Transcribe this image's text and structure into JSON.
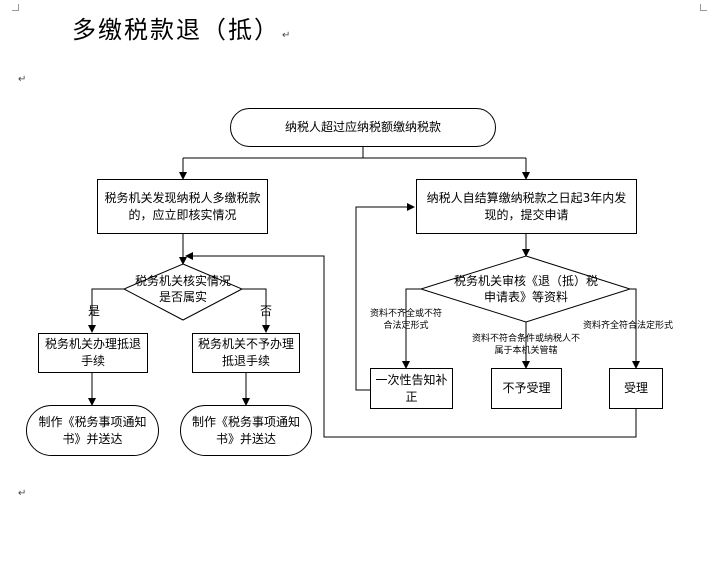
{
  "title": "多缴税款退（抵）",
  "paragraph_mark": "↵",
  "nodes": {
    "start": "纳税人超过应纳税额缴纳税款",
    "tax_found": "税务机关发现纳税人多缴税款的，应立即核实情况",
    "taxpayer_apply": "纳税人自结算缴纳税款之日起3年内发现的，提交申请",
    "verify_decision": "税务机关核实情况是否属实",
    "review_decision": "税务机关审核《退（抵）税申请表》等资料",
    "process_refund": "税务机关办理抵退手续",
    "no_refund": "税务机关不予办理抵退手续",
    "notice_left": "制作《税务事项通知书》并送达",
    "notice_right": "制作《税务事项通知书》并送达",
    "notify_once": "一次性告知补正",
    "reject": "不予受理",
    "accept": "受理"
  },
  "edge_labels": {
    "yes": "是",
    "no": "否",
    "incomplete": "资料不齐全或不符合法定形式",
    "ineligible": "资料不符合条件或纳税人不属于本机关管辖",
    "complete": "资料齐全符合法定形式"
  }
}
